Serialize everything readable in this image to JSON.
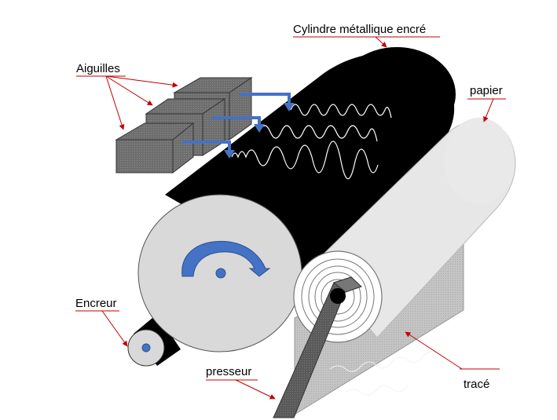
{
  "labels": {
    "cylinder": "Cylindre métallique encré",
    "needles": "Aiguilles",
    "paper": "papier",
    "inker": "Encreur",
    "presser": "presseur",
    "trace": "tracé"
  },
  "colors": {
    "cylinder_body": "#000000",
    "cylinder_end": "#d9d9d9",
    "paper_roll": "#e7e7e7",
    "presser_bar": "#595959",
    "needle_block": "#6f6f6f",
    "blue_arrows": "#4472c4",
    "leader_lines": "#c00000",
    "trace_panel": "#bfbfbf"
  },
  "icons": [
    "rotation-arrow-icon",
    "needle-arrow-icon"
  ]
}
